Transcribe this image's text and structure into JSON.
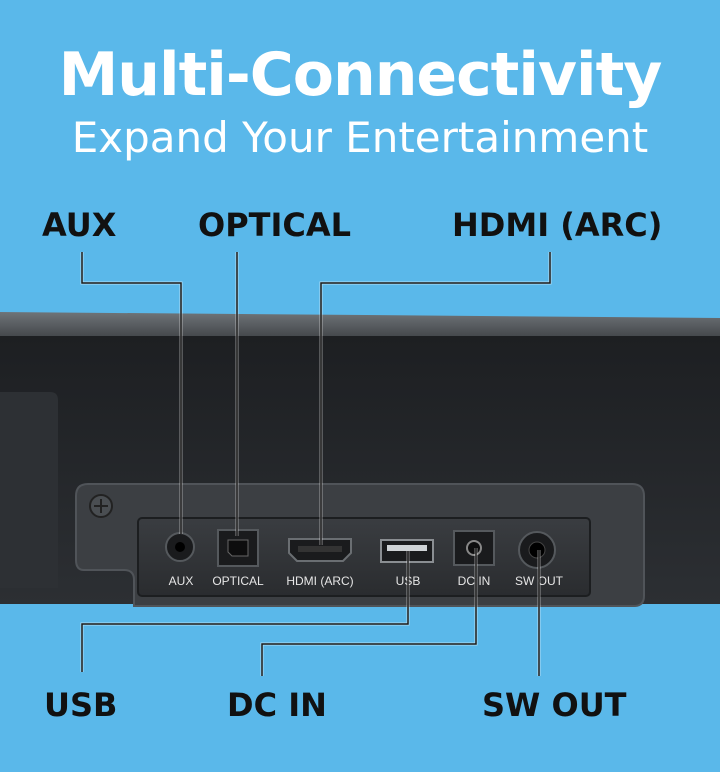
{
  "headline": {
    "title": "Multi-Connectivity",
    "subtitle": "Expand Your Entertainment"
  },
  "callouts": {
    "aux": "AUX",
    "optical": "OPTICAL",
    "hdmi": "HDMI (ARC)",
    "usb": "USB",
    "dc_in": "DC IN",
    "sw_out": "SW OUT"
  },
  "panel_labels": {
    "aux": "AUX",
    "optical": "OPTICAL",
    "hdmi": "HDMI (ARC)",
    "usb": "USB",
    "dc_in": "DC IN",
    "sw_out": "SW OUT"
  },
  "colors": {
    "background": "#5ab8ea",
    "headline": "#ffffff",
    "label": "#111111",
    "device": "#2b2d30"
  }
}
